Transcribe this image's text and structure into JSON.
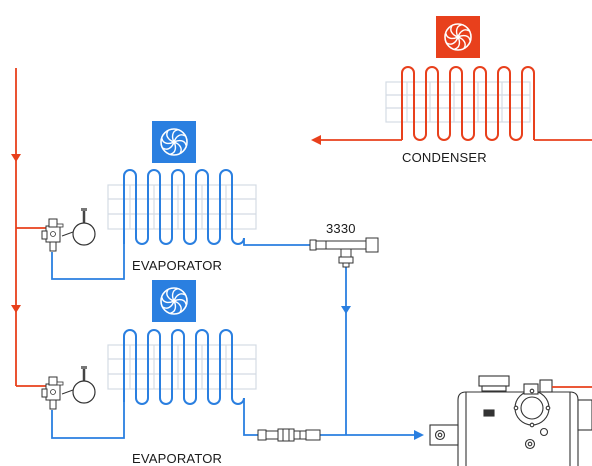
{
  "labels": {
    "condenser": "CONDENSER",
    "evaporator_top": "EVAPORATOR",
    "evaporator_bottom": "EVAPORATOR",
    "component_3330": "3330"
  },
  "colors": {
    "liquid_line": "#e8401c",
    "suction_line": "#2a7fe0",
    "condenser_fan_bg": "#e8401c",
    "evaporator_fan_bg": "#2a7fe0",
    "coil_fin": "#d4dbe4",
    "component_outline": "#333333"
  },
  "icons": {
    "condenser_fan": "fan-icon",
    "evaporator_fans": "fan-icon",
    "expansion_valves": "thermostatic-expansion-valve-icon",
    "compressor": "compressor-icon"
  }
}
